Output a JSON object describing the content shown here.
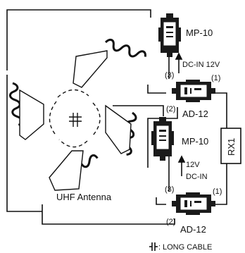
{
  "components": {
    "mp_top": "MP-10",
    "mp_bottom": "MP-10",
    "ad_top": "AD-12",
    "ad_bottom": "AD-12",
    "receiver": "RX1",
    "antenna": "UHF Antenna"
  },
  "labels": {
    "dc_in_top": "DC-IN 12V",
    "dc_bottom_12v": "12V",
    "dc_bottom_dcin": "DC-IN",
    "port_3": "(3)",
    "port_2": "(2)",
    "port_1": "(1)"
  },
  "legend": {
    "text": "LONG CABLE"
  },
  "colors": {
    "line": "#111111",
    "device_body": "#1a1a1a",
    "device_window": "#ffffff",
    "background": "#ffffff"
  },
  "icons": [
    "antenna-panel-icon",
    "cable-coil-icon",
    "amplifier-unit-icon",
    "power-arrow-icon",
    "long-cable-symbol-icon"
  ]
}
